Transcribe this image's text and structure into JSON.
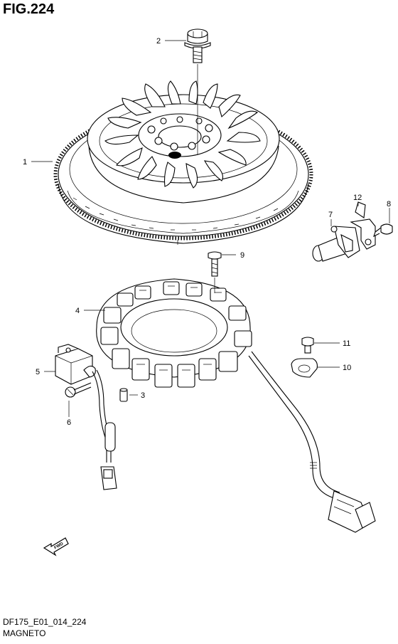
{
  "figure": {
    "title": "FIG.224"
  },
  "footer": {
    "code": "DF175_E01_014_224",
    "name": "MAGNETO"
  },
  "direction_label": "FWD",
  "callouts": [
    {
      "number": "1"
    },
    {
      "number": "2"
    },
    {
      "number": "3"
    },
    {
      "number": "4"
    },
    {
      "number": "5"
    },
    {
      "number": "6"
    },
    {
      "number": "7"
    },
    {
      "number": "8"
    },
    {
      "number": "9"
    },
    {
      "number": "10"
    },
    {
      "number": "11"
    },
    {
      "number": "12"
    }
  ]
}
